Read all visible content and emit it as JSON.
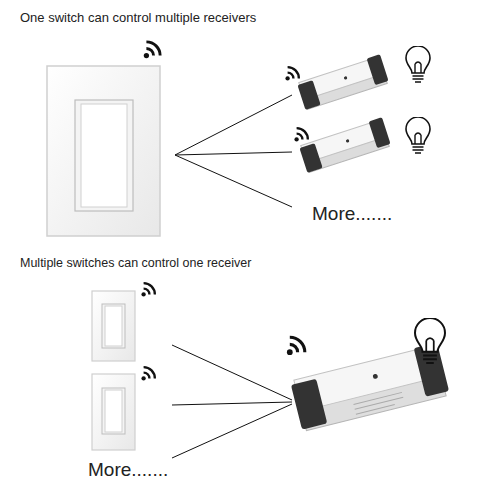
{
  "diagram": {
    "labels": [
      "One switch can control multiple receivers",
      "More.......",
      "Multiple switches can control one receiver",
      "More......."
    ]
  }
}
